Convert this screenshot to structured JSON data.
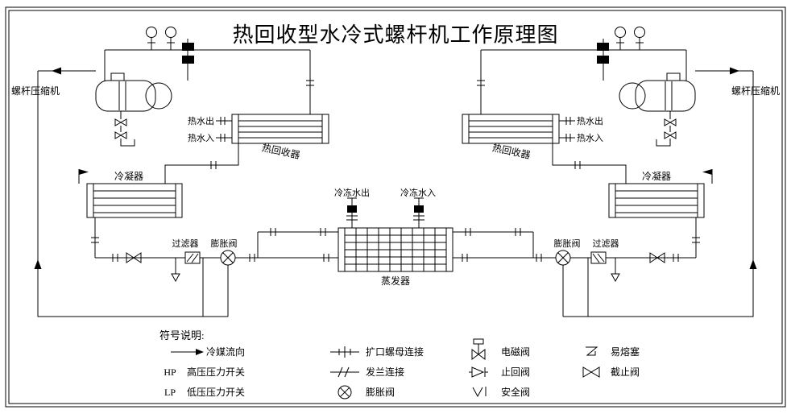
{
  "title": "热回收型水冷式螺杆机工作原理图",
  "components": {
    "compressor_left": "螺杆压缩机",
    "compressor_right": "螺杆压缩机",
    "heat_recovery_left": "热回收器",
    "heat_recovery_right": "热回收器",
    "condenser_left": "冷凝器",
    "condenser_right": "冷凝器",
    "evaporator": "蒸发器",
    "filter_left": "过滤器",
    "filter_right": "过滤器",
    "expansion_valve_left": "膨胀阀",
    "expansion_valve_right": "膨胀阀"
  },
  "ports": {
    "hot_water_out_left": "热水出",
    "hot_water_in_left": "热水入",
    "hot_water_out_right": "热水出",
    "hot_water_in_right": "热水入",
    "chilled_water_out": "冷冻水出",
    "chilled_water_in": "冷冻水入"
  },
  "legend": {
    "title": "符号说明:",
    "items": [
      {
        "symbol": "flow-arrow",
        "label": "冷媒流向"
      },
      {
        "symbol": "hp-switch",
        "symbol_text": "HP",
        "label": "高压压力开关"
      },
      {
        "symbol": "lp-switch",
        "symbol_text": "LP",
        "label": "低压压力开关"
      },
      {
        "symbol": "flare-nut",
        "label": "扩口螺母连接"
      },
      {
        "symbol": "flange",
        "label": "发兰连接"
      },
      {
        "symbol": "expansion-valve",
        "label": "膨胀阀"
      },
      {
        "symbol": "solenoid-valve",
        "label": "电磁阀"
      },
      {
        "symbol": "check-valve",
        "label": "止回阀"
      },
      {
        "symbol": "safety-valve",
        "label": "安全阀"
      },
      {
        "symbol": "fusible-plug",
        "label": "易熔塞"
      },
      {
        "symbol": "stop-valve",
        "label": "截止阀"
      }
    ]
  },
  "colors": {
    "ink": "#000000",
    "background": "#ffffff"
  }
}
